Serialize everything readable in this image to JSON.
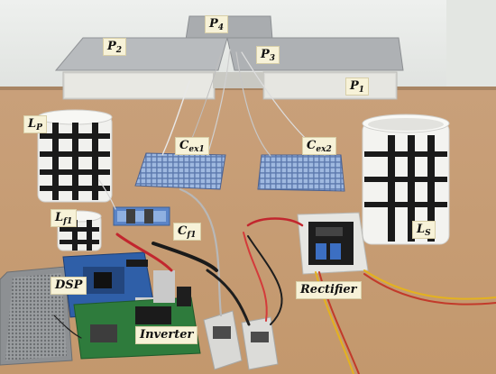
{
  "labels": {
    "p4": {
      "main": "P",
      "sub": "4"
    },
    "p2": {
      "main": "P",
      "sub": "2"
    },
    "p3": {
      "main": "P",
      "sub": "3"
    },
    "p1": {
      "main": "P",
      "sub": "1"
    },
    "lp": {
      "main": "L",
      "sub": "P"
    },
    "cex1": {
      "main": "C",
      "sub": "ex1"
    },
    "cex2": {
      "main": "C",
      "sub": "ex2"
    },
    "lf1": {
      "main": "L",
      "sub": "f1"
    },
    "cf1": {
      "main": "C",
      "sub": "f1"
    },
    "ls": {
      "main": "L",
      "sub": "S"
    },
    "dsp": {
      "main": "DSP"
    },
    "rectifier": {
      "main": "Rectifier"
    },
    "inverter": {
      "main": "Inverter"
    }
  },
  "colors": {
    "wall": "#e9ebe9",
    "table": "#c79c73",
    "plate": "#b7b9bb",
    "coil_tape": "#1c1c1c",
    "capacitor_board": "#6f8fc4",
    "pcb_blue": "#2d5ba8",
    "pcb_green": "#2f7a3c",
    "label_bg": "#f7f2d8"
  }
}
